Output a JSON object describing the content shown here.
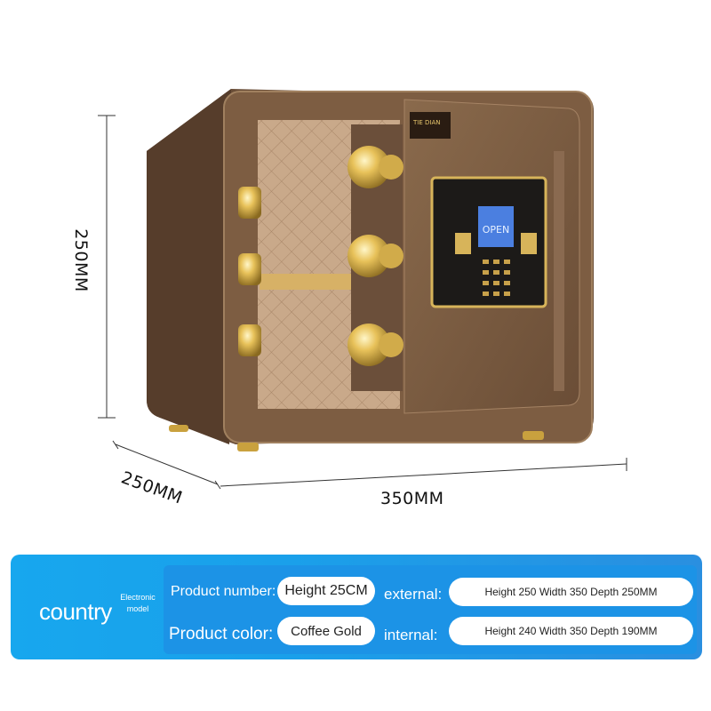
{
  "dimensions": {
    "height": "250MM",
    "depth": "250MM",
    "width": "350MM"
  },
  "safe": {
    "brand_badge": "TIE DIAN",
    "display_text": "OPEN",
    "body_color": "#7a5a3e",
    "accent_color": "#d9b34a"
  },
  "specs": {
    "country": "country",
    "model_note": "Electronic model",
    "product_number_label": "Product number:",
    "product_number_value": "Height 25CM",
    "product_color_label": "Product color:",
    "product_color_value": "Coffee Gold",
    "external_label": "external:",
    "external_value": "Height 250 Width 350 Depth 250MM",
    "internal_label": "internal:",
    "internal_value": "Height 240 Width 350 Depth 190MM",
    "bar_color": "#1aa2ea"
  }
}
